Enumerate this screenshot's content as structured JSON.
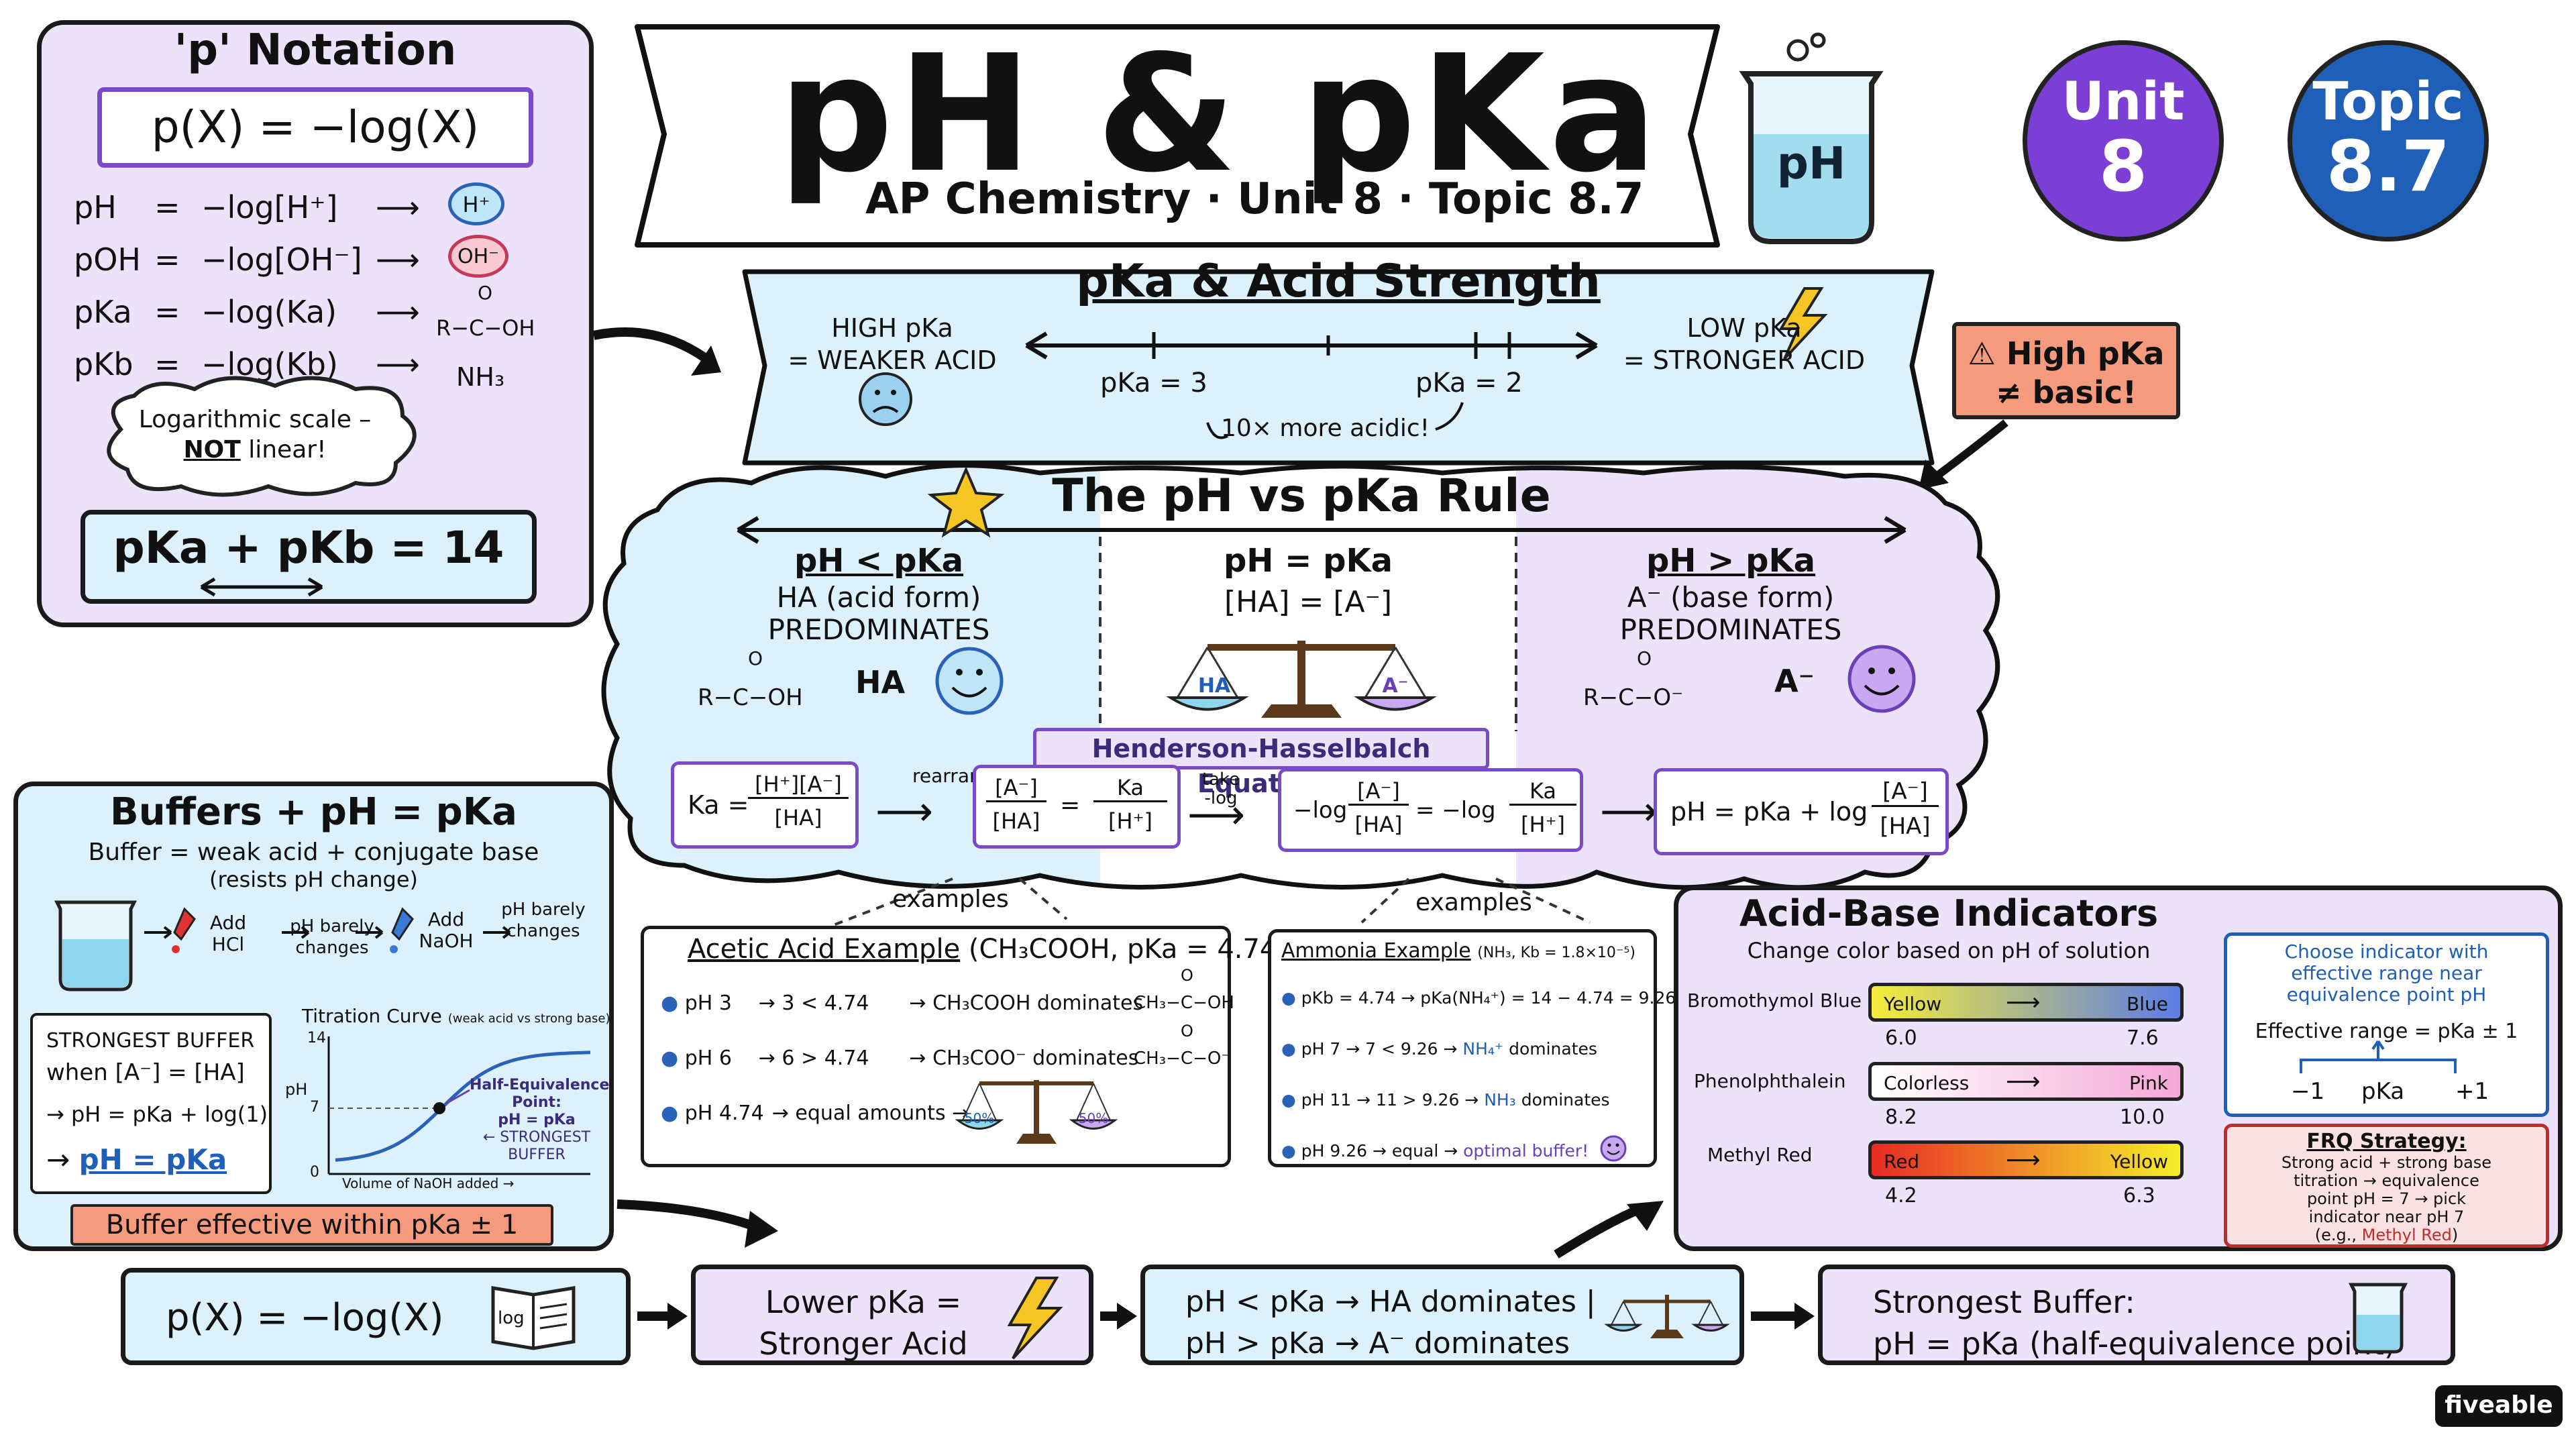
{
  "title": {
    "main": "pH & pKa",
    "subtitle": "AP Chemistry · Unit 8 · Topic 8.7",
    "beaker_label": "pH",
    "unit_badge": {
      "line1": "Unit",
      "line2": "8",
      "color": "#7b3fd6"
    },
    "topic_badge": {
      "line1": "Topic",
      "line2": "8.7",
      "color": "#1f5fb8"
    }
  },
  "notation": {
    "heading": "'p' Notation",
    "formula": "p(X) = −log(X)",
    "rows": [
      {
        "left": "pH",
        "eq": "=",
        "right": "−log[H⁺]",
        "target": "H⁺"
      },
      {
        "left": "pOH",
        "eq": "=",
        "right": "−log[OH⁻]",
        "target": "OH⁻"
      },
      {
        "left": "pKa",
        "eq": "=",
        "right": "−log(Ka)",
        "target": "R−C−OH"
      },
      {
        "left": "pKb",
        "eq": "=",
        "right": "−log(Kb)",
        "target": "NH₃"
      }
    ],
    "carboxyl_o": "O",
    "cloud_line1": "Logarithmic scale –",
    "cloud_not": "NOT",
    "cloud_line2": "linear!",
    "sum": "pKa + pKb = 14"
  },
  "acid_strength": {
    "heading": "pKa & Acid Strength",
    "left_line1": "HIGH pKa",
    "left_line2": "= WEAKER ACID",
    "right_line1": "LOW pKa",
    "right_line2": "= STRONGER ACID",
    "tick_left": "pKa = 3",
    "tick_right": "pKa = 2",
    "note": "10× more acidic!"
  },
  "warning": {
    "line1": "High pKa",
    "line2": "≠ basic!"
  },
  "rule": {
    "heading": "The pH vs pKa Rule",
    "col1": {
      "title": "pH < pKa",
      "line1": "HA (acid form)",
      "line2": "PREDOMINATES",
      "struct": "R−C−OH",
      "label": "HA"
    },
    "col2": {
      "title": "pH = pKa",
      "line1": "[HA] = [A⁻]",
      "left_pan": "HA",
      "right_pan": "A⁻"
    },
    "col3": {
      "title": "pH > pKa",
      "line1": "A⁻ (base form)",
      "line2": "PREDOMINATES",
      "struct": "R−C−O⁻",
      "label": "A⁻"
    },
    "struct_o": "O"
  },
  "hh": {
    "heading": "Henderson-Hasselbalch Equation",
    "ka_lhs": "Ka =",
    "ka_num": "[H⁺][A⁻]",
    "ka_den": "[HA]",
    "arrow1": "rearrange",
    "f2_num1": "[A⁻]",
    "f2_den1": "[HA]",
    "f2_eq": "=",
    "f2_num2": "Ka",
    "f2_den2": "[H⁺]",
    "arrow2_line1": "take",
    "arrow2_line2": "-log",
    "f3_pre": "−log",
    "f3_num1": "[A⁻]",
    "f3_den1": "[HA]",
    "f3_mid": "= −log",
    "f3_num2": "Ka",
    "f3_den2": "[H⁺]",
    "final_pre": "pH = pKa + log",
    "final_num": "[A⁻]",
    "final_den": "[HA]"
  },
  "examples_label": "examples",
  "acetic": {
    "title": "Acetic Acid Example",
    "title_suffix": "(CH₃COOH, pKa = 4.74)",
    "rows": [
      {
        "ph": "pH 3",
        "cmp": "3 < 4.74",
        "res": "CH₃COOH dominates"
      },
      {
        "ph": "pH 6",
        "cmp": "6 > 4.74",
        "res": "CH₃COO⁻ dominates"
      },
      {
        "ph": "pH 4.74",
        "cmp": "",
        "res": "equal amounts"
      }
    ],
    "struct1": "CH₃−C−OH",
    "struct2": "CH₃−C−O⁻",
    "struct_o": "O",
    "pan_left": "50%",
    "pan_right": "50%"
  },
  "ammonia": {
    "title": "Ammonia Example",
    "title_suffix": "(NH₃, Kb = 1.8×10⁻⁵)",
    "rows": [
      {
        "text": "pKb = 4.74 → pKa(NH₄⁺) = 14 − 4.74 = 9.26",
        "hl": ""
      },
      {
        "text": "pH 7 → 7 < 9.26 →",
        "hl": "NH₄⁺",
        "tail": "dominates"
      },
      {
        "text": "pH 11 → 11 > 9.26 →",
        "hl": "NH₃",
        "tail": "dominates"
      },
      {
        "text": "pH 9.26 → equal →",
        "hl": "optimal buffer!",
        "tail": ""
      }
    ]
  },
  "buffers": {
    "heading": "Buffers + pH = pKa",
    "def1": "Buffer = weak acid + conjugate base",
    "def2": "(resists pH change)",
    "step_add_hcl": "Add HCl",
    "step_ph1": "pH barely changes",
    "step_add_naoh": "Add NaOH",
    "step_ph2": "pH barely changes",
    "strong_title": "STRONGEST BUFFER",
    "strong_when": "when [A⁻] = [HA]",
    "strong_eq1": "→ pH = pKa + log(1)",
    "strong_eq2_pre": "→",
    "strong_eq2": "pH = pKa",
    "effective": "Buffer effective within pKa ± 1"
  },
  "titration": {
    "title": "Titration Curve",
    "title_note": "(weak acid vs strong base)",
    "ylabel": "pH",
    "xlabel": "Volume of NaOH added →",
    "yticks": [
      "14",
      "7",
      "0"
    ],
    "annot_line1": "Half-Equivalence",
    "annot_line2": "Point:",
    "annot_line3": "pH = pKa",
    "annot_line4": "← STRONGEST",
    "annot_line5": "BUFFER",
    "curve_color": "#2a62b8"
  },
  "indicators": {
    "heading": "Acid-Base Indicators",
    "sub": "Change color based on pH of solution",
    "items": [
      {
        "name": "Bromothymol Blue",
        "from": "Yellow",
        "to": "Blue",
        "low": "6.0",
        "high": "7.6",
        "c1": "#f6ec3a",
        "c2": "#5b7de6"
      },
      {
        "name": "Phenolphthalein",
        "from": "Colorless",
        "to": "Pink",
        "low": "8.2",
        "high": "10.0",
        "c1": "#ffffff",
        "c2": "#f5a8d8"
      },
      {
        "name": "Methyl Red",
        "from": "Red",
        "to": "Yellow",
        "low": "4.2",
        "high": "6.3",
        "c1": "#e82a24",
        "c2": "#f7ee2a"
      }
    ],
    "choose_line1": "Choose indicator with",
    "choose_line2": "effective range near",
    "choose_line3": "equivalence point pH",
    "range_label": "Effective range = pKa ± 1",
    "range_minus": "−1",
    "range_mid": "pKa",
    "range_plus": "+1",
    "frq_title": "FRQ Strategy:",
    "frq_line1": "Strong acid + strong base",
    "frq_line2": "titration → equivalence",
    "frq_line3": "point pH = 7 → pick",
    "frq_line4": "indicator near pH 7",
    "frq_line5_pre": "(e.g.,",
    "frq_line5_hl": "Methyl Red",
    "frq_line5_post": ")"
  },
  "summary": [
    {
      "line1": "p(X) = −log(X)",
      "line2": "",
      "icon": "log"
    },
    {
      "line1": "Lower pKa =",
      "line2": "Stronger Acid"
    },
    {
      "line1": "pH < pKa → HA dominates |",
      "line2": "pH > pKa → A⁻ dominates"
    },
    {
      "line1": "Strongest Buffer:",
      "line2": "pH = pKa (half-equivalence point)"
    }
  ],
  "brand": "fiveable"
}
